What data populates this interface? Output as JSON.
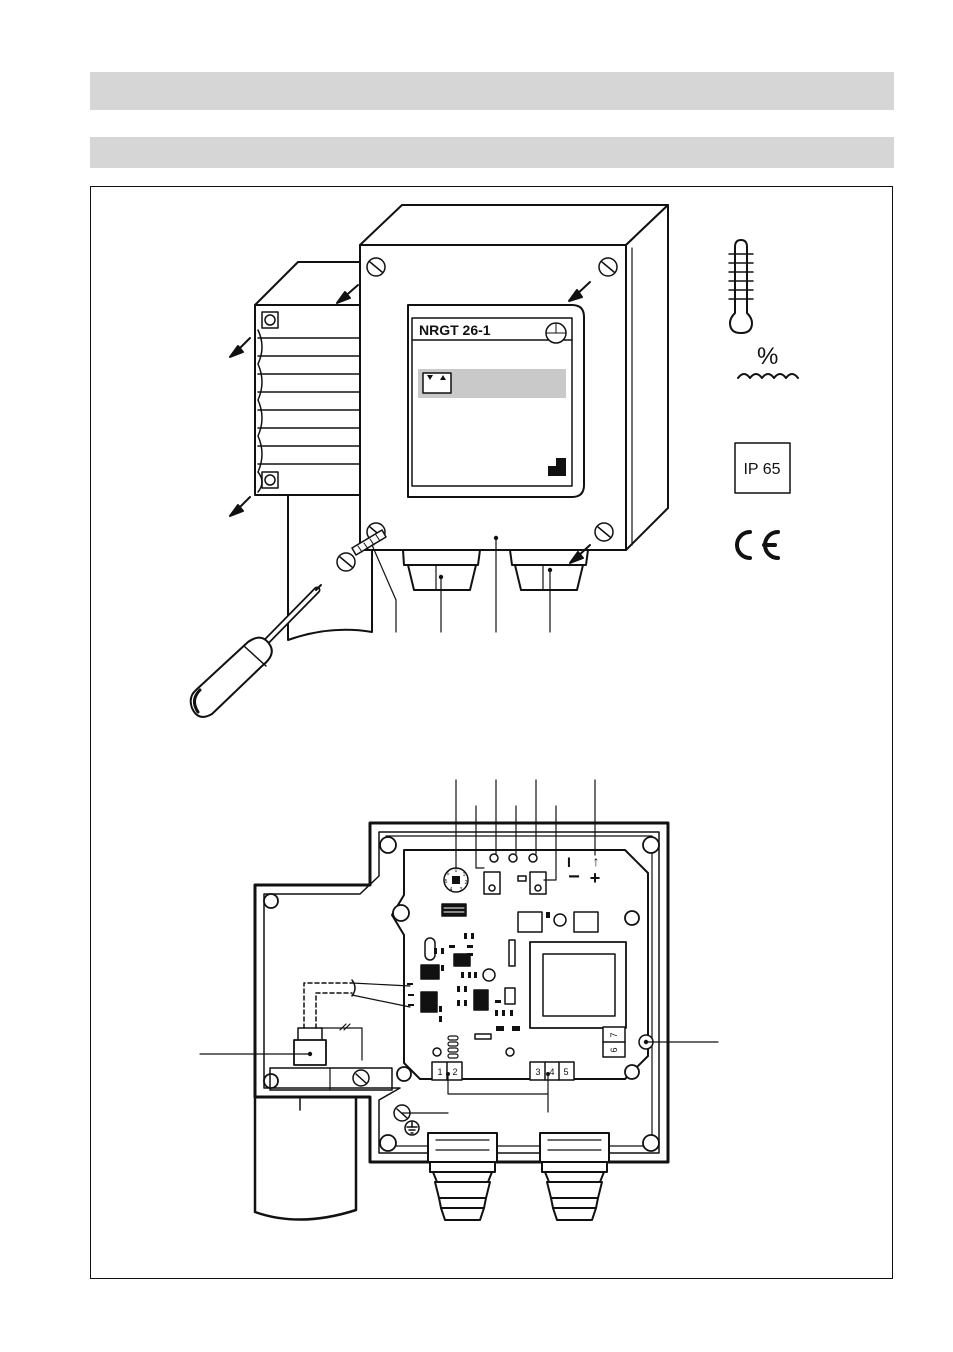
{
  "device": {
    "model_label": "NRGT 26-1",
    "protection_rating": "IP 65",
    "conformity_mark": "CE",
    "humidity_symbol": "%"
  },
  "circuit_board": {
    "terminal_left_pin1": "1",
    "terminal_left_pin2": "2",
    "terminal_right_pin3": "3",
    "terminal_right_pin4": "4",
    "terminal_right_pin5": "5",
    "terminal_side_pin6": "6",
    "terminal_side_pin7": "7",
    "polarity_minus": "−",
    "polarity_plus": "+",
    "polarity_bar": "I",
    "polarity_arrow": "↑"
  },
  "icons": [
    "thermometer-icon",
    "humidity-icon",
    "ip-rating-icon",
    "ce-mark-icon",
    "earth-ground-icon",
    "screwdriver-icon"
  ]
}
